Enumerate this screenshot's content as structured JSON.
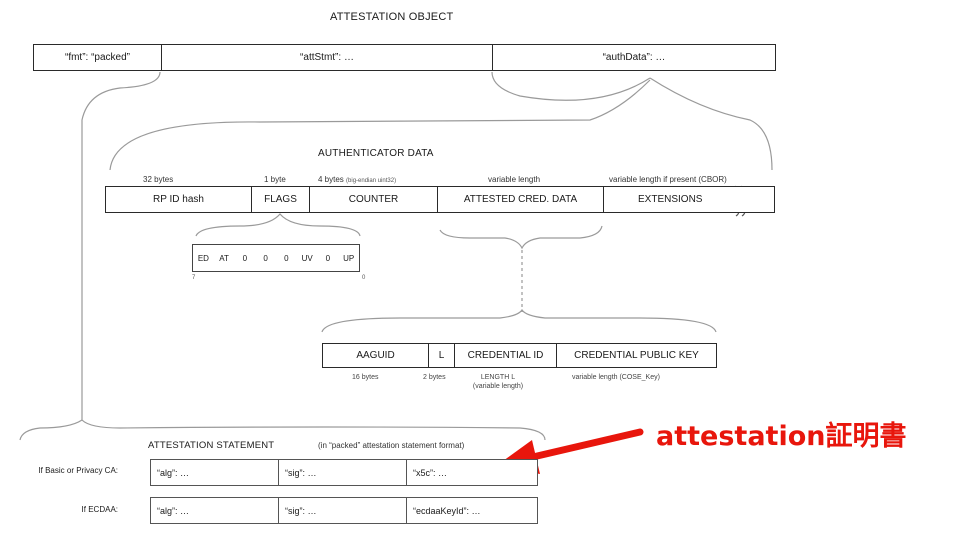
{
  "attestation_object": {
    "title": "ATTESTATION OBJECT",
    "fields": [
      "“fmt”:  “packed”",
      "“attStmt”:  …",
      "“authData”:  …"
    ]
  },
  "authenticator_data": {
    "title": "AUTHENTICATOR DATA",
    "size_labels": [
      "32 bytes",
      "1 byte",
      "4 bytes",
      "(big-endian uint32)",
      "variable length",
      "variable length if present (CBOR)"
    ],
    "fields": [
      "RP ID hash",
      "FLAGS",
      "COUNTER",
      "ATTESTED CRED. DATA",
      "EXTENSIONS"
    ]
  },
  "flags": {
    "bits": [
      "ED",
      "AT",
      "0",
      "0",
      "0",
      "UV",
      "0",
      "UP"
    ],
    "msb": "7",
    "lsb": "0"
  },
  "attested_cred_data": {
    "fields": [
      "AAGUID",
      "L",
      "CREDENTIAL ID",
      "CREDENTIAL PUBLIC KEY"
    ],
    "size_labels": [
      "16 bytes",
      "2 bytes",
      "LENGTH L",
      "(variable length)",
      "variable length (COSE_Key)"
    ]
  },
  "attestation_statement": {
    "title": "ATTESTATION STATEMENT",
    "note": "(in “packed” attestation statement format)",
    "rows": [
      {
        "label": "If Basic or Privacy CA:",
        "cells": [
          "“alg”:  …",
          "“sig”:  …",
          "“x5c”:  …"
        ]
      },
      {
        "label": "If ECDAA:",
        "cells": [
          "“alg”:  …",
          "“sig”:  …",
          "“ecdaaKeyId”:  …"
        ]
      }
    ]
  },
  "callout": {
    "text": "attestation証明書",
    "color": "#e8160c"
  }
}
